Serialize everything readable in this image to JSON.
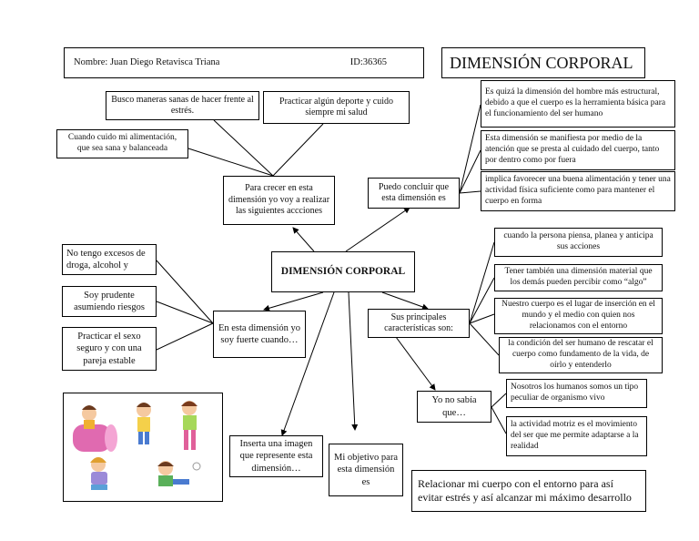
{
  "header": {
    "name": "Nombre: Juan Diego Retavisca Triana",
    "id": "ID:36365",
    "title": "DIMENSIÓN CORPORAL"
  },
  "center": "DIMENSIÓN CORPORAL",
  "growth": {
    "hub": "Para crecer en esta dimensión yo voy a realizar las siguientes accciones",
    "items": [
      "Busco maneras sanas de hacer frente al estrés.",
      "Practicar algún deporte y cuido siempre mi salud",
      "Cuando cuido mi alimentación, que sea sana y balanceada"
    ]
  },
  "conclude": {
    "hub": "Puedo concluir que esta dimensión es",
    "items": [
      "Es quizá la dimensión del hombre más estructural, debido a que el cuerpo es la herramienta básica para el funcionamiento del ser humano",
      "Esta dimensión se manifiesta por medio de la atención que se presta al cuidado del cuerpo, tanto por dentro como por fuera",
      "implica favorecer una buena alimentación y tener una actividad física suficiente como para mantener el cuerpo en forma"
    ]
  },
  "strong": {
    "hub": "En esta dimensión yo soy fuerte cuando…",
    "items": [
      "No tengo excesos de droga, alcohol y",
      "Soy prudente asumiendo riesgos",
      "Practicar el sexo seguro y con una pareja estable"
    ]
  },
  "features": {
    "hub": "Sus principales características son:",
    "items": [
      "cuando la persona piensa, planea y anticipa sus acciones",
      "Tener también una dimensión material que los demás pueden percibir como “algo”",
      "Nuestro cuerpo es el lugar de inserción en el mundo y el medio con quien nos relacionamos con el entorno",
      "la condición del ser humano de rescatar el cuerpo como fundamento de la vida, de oírlo y entenderlo"
    ]
  },
  "didnt_know": {
    "hub": "Yo no sabía que…",
    "items": [
      "Nosotros los humanos somos un tipo peculiar de organismo vivo",
      "la actividad motriz es el movimiento del ser que me permite adaptarse a la realidad"
    ]
  },
  "image_prompt": "Inserta una imagen que represente esta dimensión…",
  "objective": "Mi objetivo para esta dimensión es",
  "relate": "Relacionar mi cuerpo con el entorno para así evitar estrés y así alcanzar mi máximo desarrollo"
}
